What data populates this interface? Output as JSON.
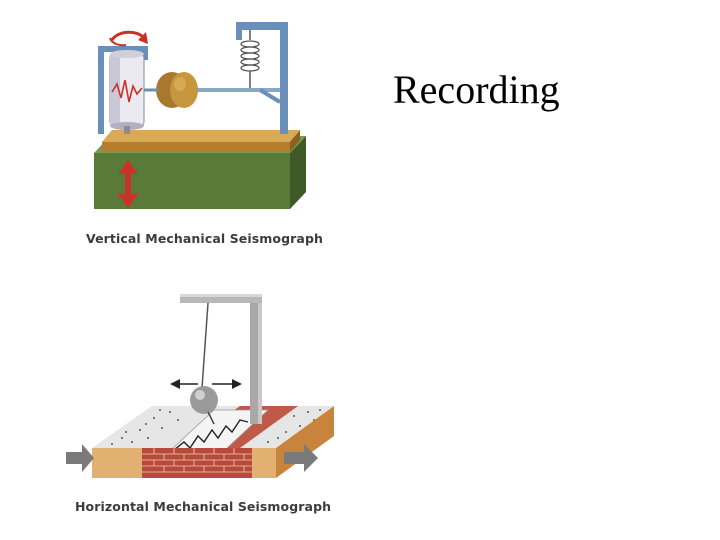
{
  "slide": {
    "title": "Recording"
  },
  "figures": [
    {
      "caption": "Vertical Mechanical Seismograph",
      "motion": "vertical"
    },
    {
      "caption": "Horizontal Mechanical Seismograph",
      "motion": "horizontal"
    }
  ],
  "colors": {
    "frame_blue": "#6a8fb8",
    "ground_green": "#5a7a3a",
    "base_wood": "#c8963c",
    "arrow_red": "#c83228",
    "brick_red": "#b84a3a",
    "gray_metal": "#a8a8a8"
  }
}
